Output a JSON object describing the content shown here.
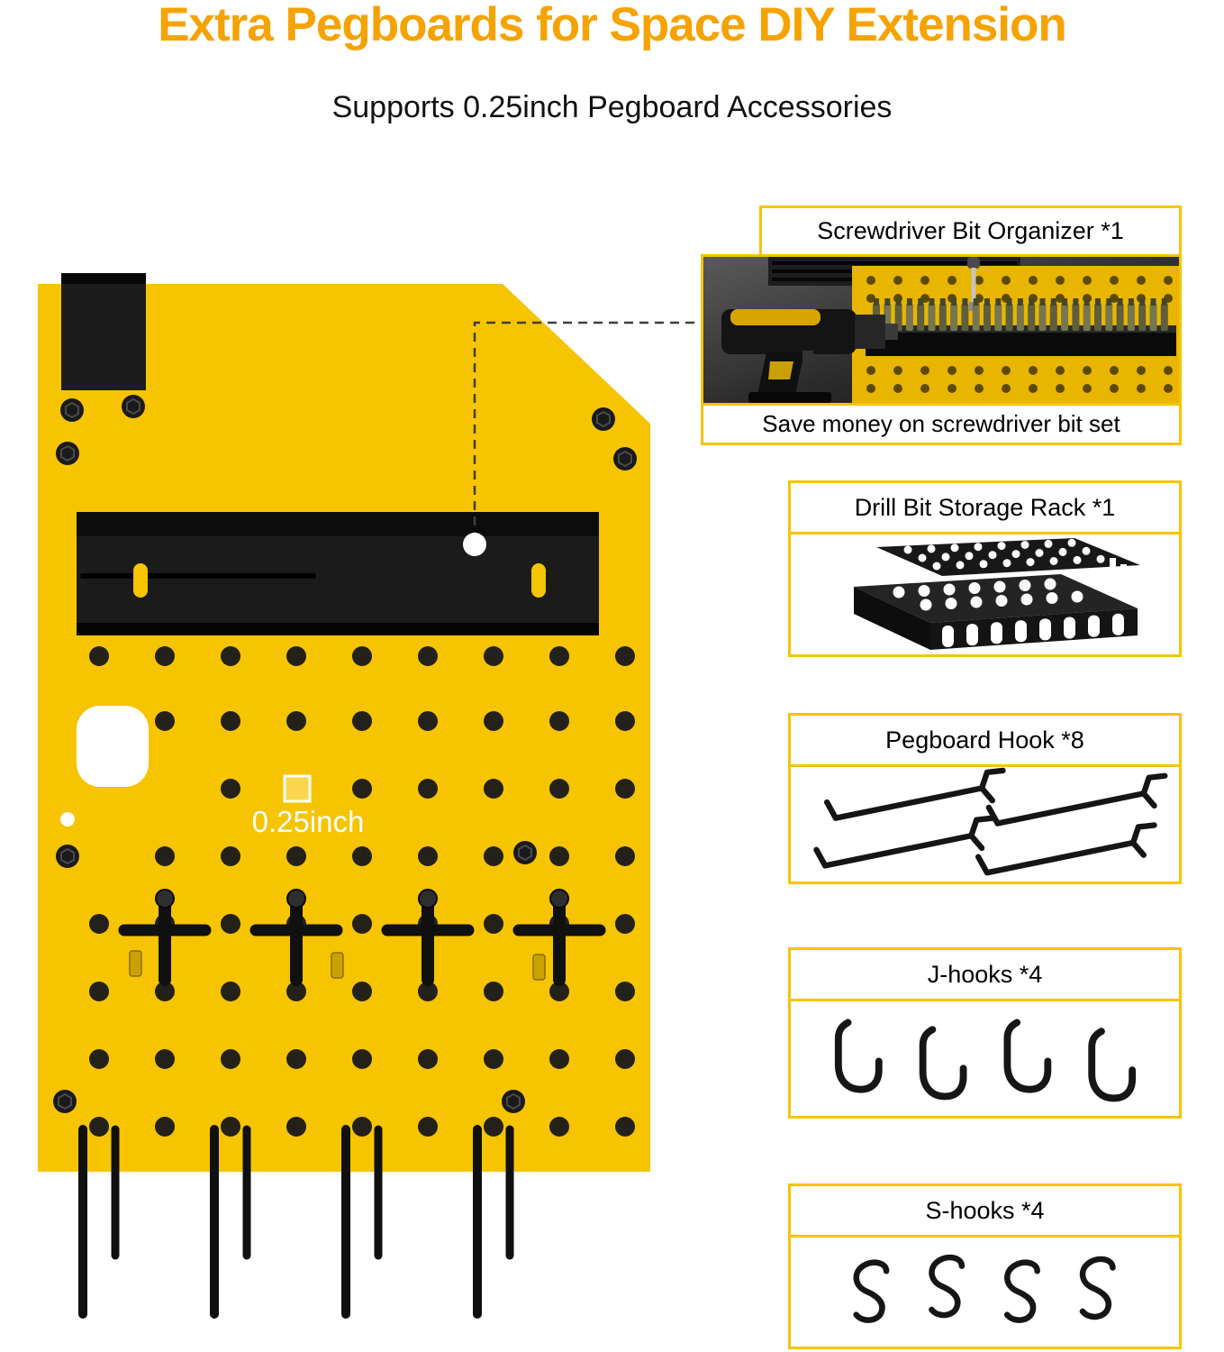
{
  "title": "Extra Pegboards for Space DIY Extension",
  "subtitle": "Supports 0.25inch Pegboard Accessories",
  "pegboard": {
    "hole_size_label": "0.25inch"
  },
  "panels": [
    {
      "title": "Screwdriver Bit Organizer *1",
      "caption": "Save money on screwdriver bit set"
    },
    {
      "title": "Drill Bit Storage Rack *1"
    },
    {
      "title": "Pegboard Hook *8"
    },
    {
      "title": "J-hooks *4"
    },
    {
      "title": "S-hooks *4"
    }
  ],
  "colors": {
    "accent_orange": "#F5A300",
    "pegboard_yellow": "#F6C400",
    "panel_border_yellow": "#F6C400",
    "text_black": "#111111",
    "metal_black": "#151515"
  }
}
